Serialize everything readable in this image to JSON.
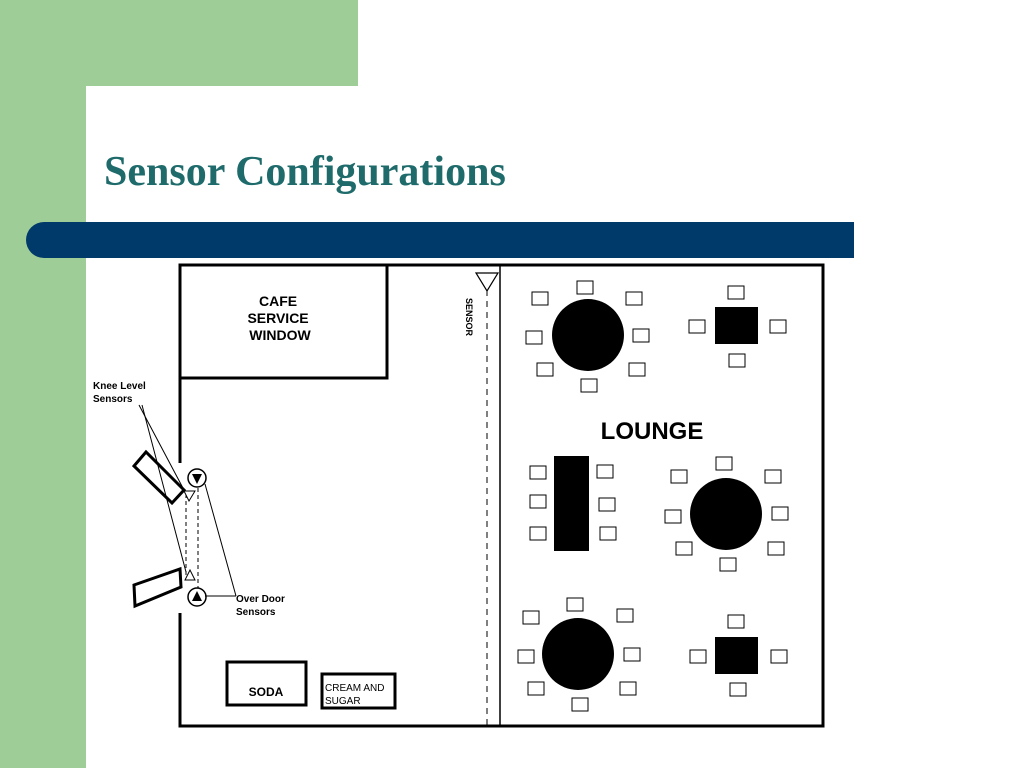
{
  "slide": {
    "title": "Sensor Configurations",
    "colors": {
      "accent_green": "#9fcd97",
      "title_bar": "#003a6b",
      "title_text": "#1f6b6b"
    }
  },
  "floorplan": {
    "cafe_window_label": [
      "CAFE",
      "SERVICE",
      "WINDOW"
    ],
    "sensor_label": "SENSOR",
    "lounge_label": "LOUNGE",
    "knee_sensors_label": [
      "Knee Level",
      "Sensors"
    ],
    "door_sensors_label": [
      "Over Door",
      "Sensors"
    ],
    "soda_label": "SODA",
    "cream_sugar_label": [
      "CREAM AND",
      "SUGAR"
    ]
  }
}
